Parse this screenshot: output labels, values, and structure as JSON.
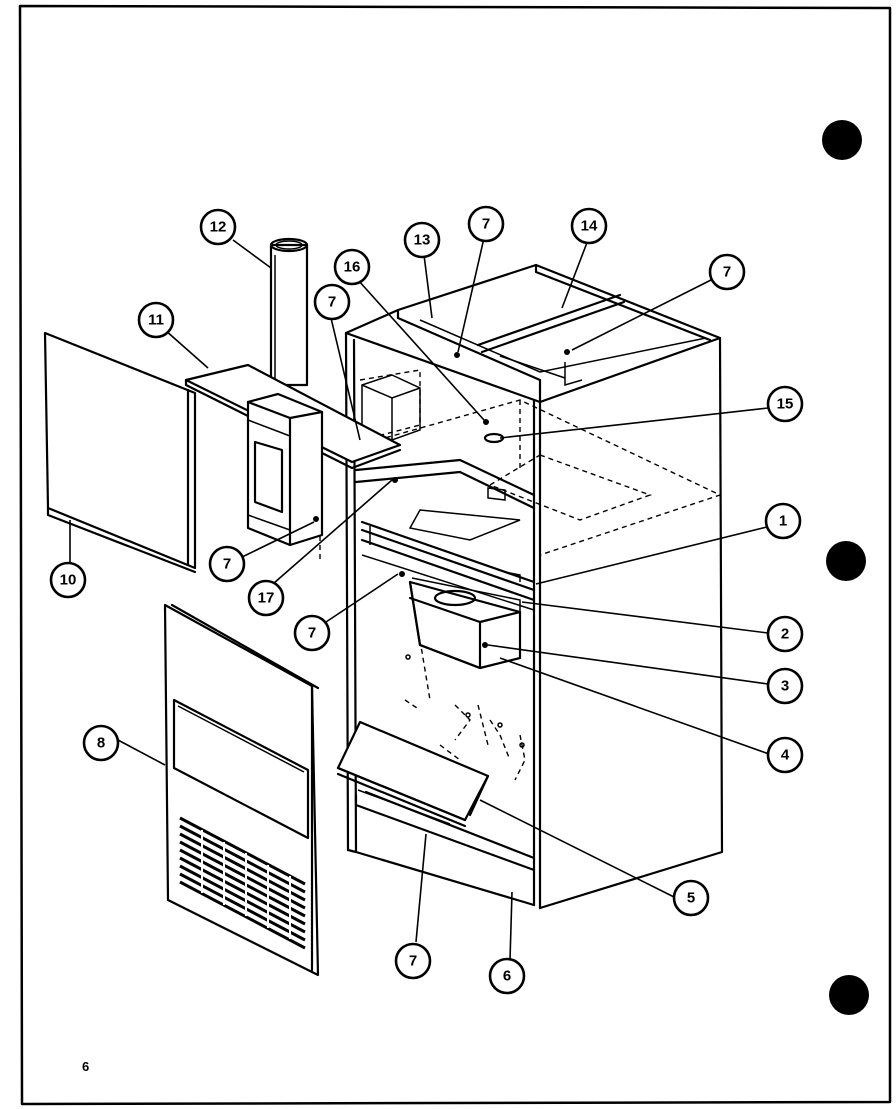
{
  "page": {
    "page_number": "6"
  },
  "callouts": [
    {
      "id": "c1",
      "label": "1"
    },
    {
      "id": "c2",
      "label": "2"
    },
    {
      "id": "c3",
      "label": "3"
    },
    {
      "id": "c4",
      "label": "4"
    },
    {
      "id": "c5",
      "label": "5"
    },
    {
      "id": "c6",
      "label": "6"
    },
    {
      "id": "c7a",
      "label": "7"
    },
    {
      "id": "c7b",
      "label": "7"
    },
    {
      "id": "c7c",
      "label": "7"
    },
    {
      "id": "c7d",
      "label": "7"
    },
    {
      "id": "c7e",
      "label": "7"
    },
    {
      "id": "c7f",
      "label": "7"
    },
    {
      "id": "c8",
      "label": "8"
    },
    {
      "id": "c10",
      "label": "10"
    },
    {
      "id": "c11",
      "label": "11"
    },
    {
      "id": "c12",
      "label": "12"
    },
    {
      "id": "c13",
      "label": "13"
    },
    {
      "id": "c14",
      "label": "14"
    },
    {
      "id": "c15",
      "label": "15"
    },
    {
      "id": "c16",
      "label": "16"
    },
    {
      "id": "c17",
      "label": "17"
    }
  ],
  "colors": {
    "ink": "#000000",
    "paper": "#ffffff"
  }
}
